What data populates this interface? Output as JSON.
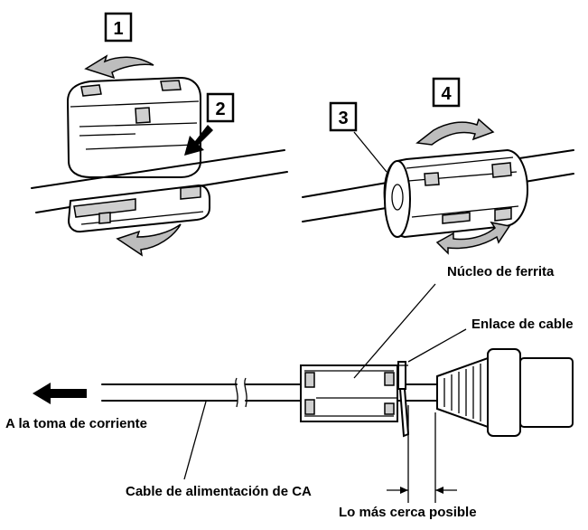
{
  "steps": [
    "1",
    "2",
    "3",
    "4"
  ],
  "labels": {
    "ferrite_core": "Núcleo de ferrita",
    "cable_tie": "Enlace de cable",
    "to_outlet": "A la toma de corriente",
    "ac_cable": "Cable de alimentación de CA",
    "as_close": "Lo más cerca posible"
  }
}
